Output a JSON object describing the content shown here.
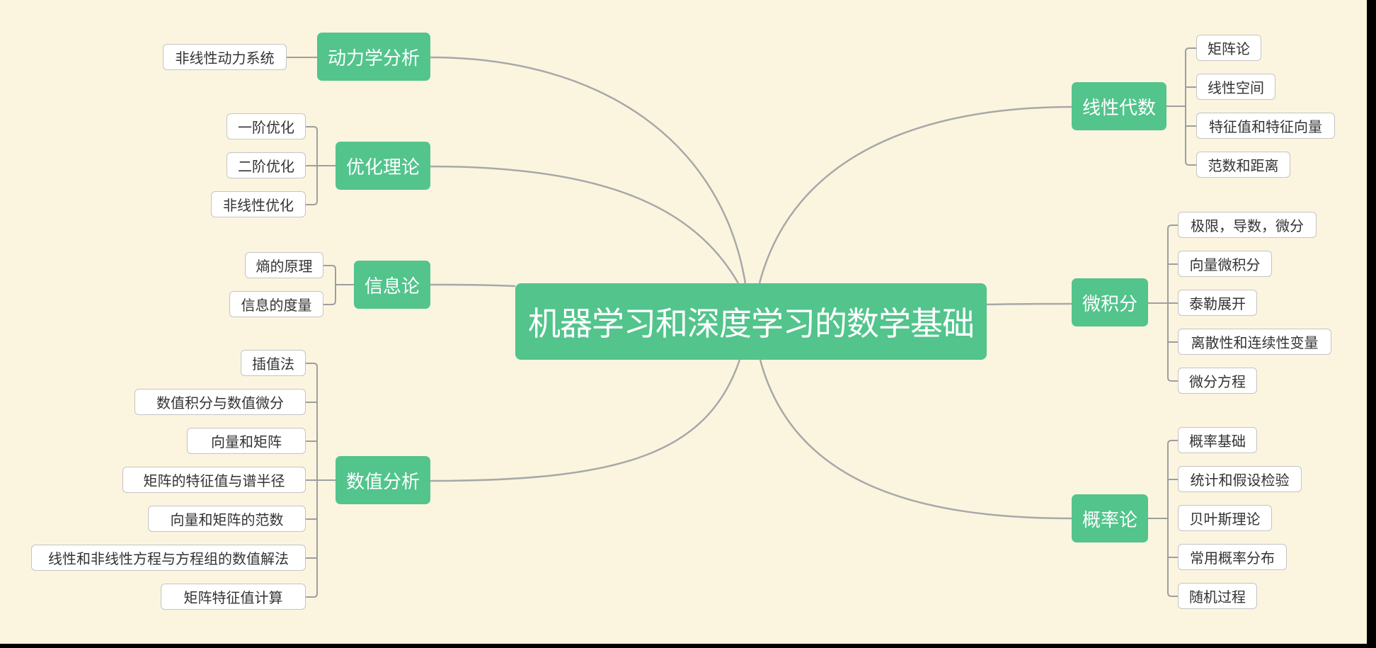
{
  "colors": {
    "background": "#FBF5E0",
    "node_fill": "#52C48C",
    "node_text": "#FFFFFF",
    "leaf_fill": "#FFFFFF",
    "leaf_border": "#C4C4C4",
    "leaf_text": "#333333",
    "connector": "#A8A8A8"
  },
  "root": {
    "label": "机器学习和深度学习的数学基础"
  },
  "topics": {
    "dynamics": {
      "label": "动力学分析",
      "children": [
        "非线性动力系统"
      ]
    },
    "optimization": {
      "label": "优化理论",
      "children": [
        "一阶优化",
        "二阶优化",
        "非线性优化"
      ]
    },
    "information": {
      "label": "信息论",
      "children": [
        "熵的原理",
        "信息的度量"
      ]
    },
    "numerical": {
      "label": "数值分析",
      "children": [
        "插值法",
        "数值积分与数值微分",
        "向量和矩阵",
        "矩阵的特征值与谱半径",
        "向量和矩阵的范数",
        "线性和非线性方程与方程组的数值解法",
        "矩阵特征值计算"
      ]
    },
    "linear_algebra": {
      "label": "线性代数",
      "children": [
        "矩阵论",
        "线性空间",
        "特征值和特征向量",
        "范数和距离"
      ]
    },
    "calculus": {
      "label": "微积分",
      "children": [
        "极限，导数，微分",
        "向量微积分",
        "泰勒展开",
        "离散性和连续性变量",
        "微分方程"
      ]
    },
    "probability": {
      "label": "概率论",
      "children": [
        "概率基础",
        "统计和假设检验",
        "贝叶斯理论",
        "常用概率分布",
        "随机过程"
      ]
    }
  }
}
